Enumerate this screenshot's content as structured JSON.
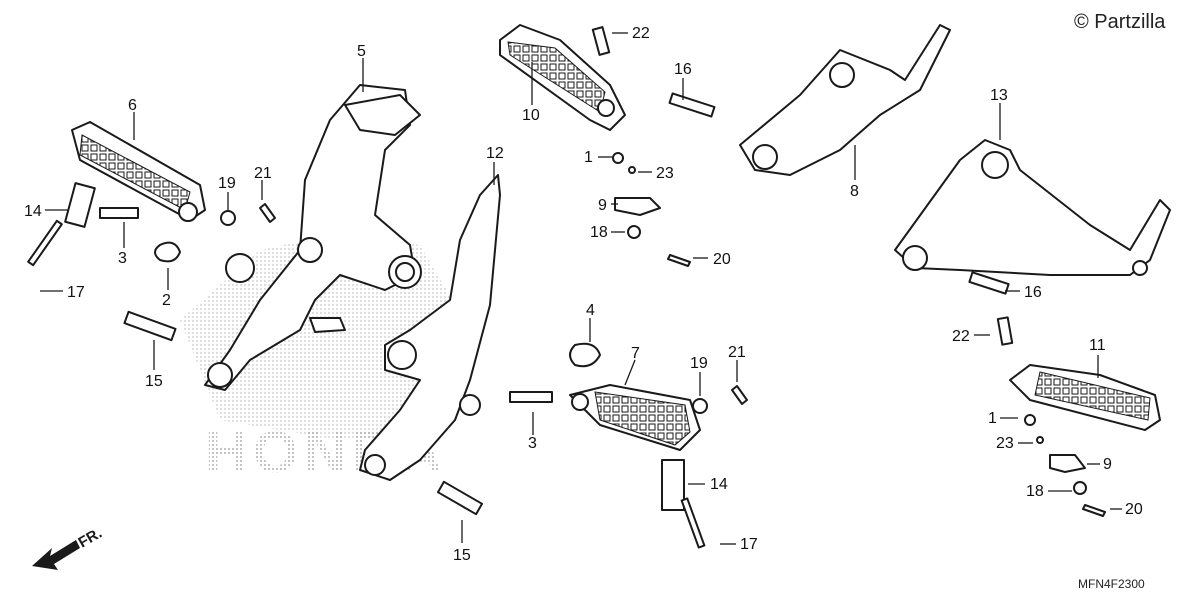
{
  "brand": "© Partzilla",
  "diagram_code": "MFN4F2300",
  "front_arrow_label": "FR.",
  "watermark_text": "HONDA",
  "callouts": {
    "c22_top": "22",
    "c16_top": "16",
    "c5": "5",
    "c6": "6",
    "c10": "10",
    "c13": "13",
    "c12": "12",
    "c1_top": "1",
    "c23_top": "23",
    "c8": "8",
    "c19_left": "19",
    "c21_left": "21",
    "c14_left": "14",
    "c9_top": "9",
    "c18_top": "18",
    "c20_top": "20",
    "c3_left": "3",
    "c2": "2",
    "c17_left": "17",
    "c16_right": "16",
    "c15_left": "15",
    "c4": "4",
    "c22_right": "22",
    "c11": "11",
    "c7": "7",
    "c19_mid": "19",
    "c21_mid": "21",
    "c1_right": "1",
    "c3_mid": "3",
    "c23_right": "23",
    "c9_right": "9",
    "c14_mid": "14",
    "c18_right": "18",
    "c20_right": "20",
    "c15_bottom": "15",
    "c17_mid": "17"
  }
}
